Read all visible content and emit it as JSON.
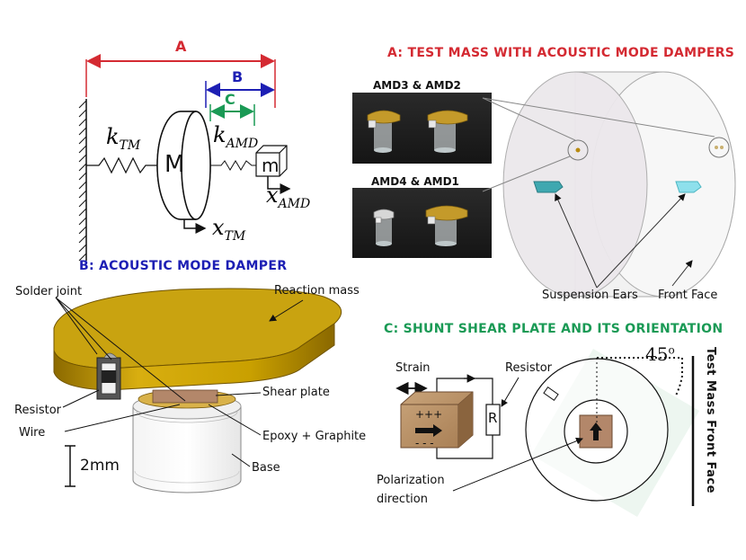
{
  "colors": {
    "red": "#d42a32",
    "blue": "#1d1fb4",
    "green": "#1a9a55",
    "gold": "#caa000",
    "goldDark": "#8a6a00"
  },
  "spring_diagram": {
    "dim_a": "A",
    "dim_b": "B",
    "dim_c": "C",
    "k_tm": "k",
    "k_tm_sub": "TM",
    "k_amd": "k",
    "k_amd_sub": "AMD",
    "mass_big": "M",
    "mass_small": "m",
    "x_tm": "x",
    "x_tm_sub": "TM",
    "x_amd": "x",
    "x_amd_sub": "AMD"
  },
  "panel_a": {
    "title": "A: TEST MASS WITH ACOUSTIC MODE DAMPERS",
    "photo_top_label": "AMD3 & AMD2",
    "photo_bottom_label": "AMD4 & AMD1",
    "label_suspension_ears": "Suspension Ears",
    "label_front_face": "Front Face"
  },
  "panel_b": {
    "title": "B: ACOUSTIC MODE DAMPER",
    "label_solder_joint": "Solder joint",
    "label_reaction_mass": "Reaction mass",
    "label_resistor": "Resistor",
    "label_shear_plate": "Shear plate",
    "label_wire": "Wire",
    "label_epoxy": "Epoxy + Graphite",
    "label_base": "Base",
    "scale_bar": "2mm"
  },
  "panel_c": {
    "title": "C: SHUNT SHEAR PLATE AND ITS ORIENTATION",
    "label_strain": "Strain",
    "label_resistor": "Resistor",
    "resistor_symbol": "R",
    "plus_signs": "+++",
    "minus_signs": "- - -",
    "label_polarization": "Polarization",
    "label_direction": "direction",
    "angle": "45",
    "angle_unit": "o",
    "front_face_label": "Test Mass Front Face"
  }
}
